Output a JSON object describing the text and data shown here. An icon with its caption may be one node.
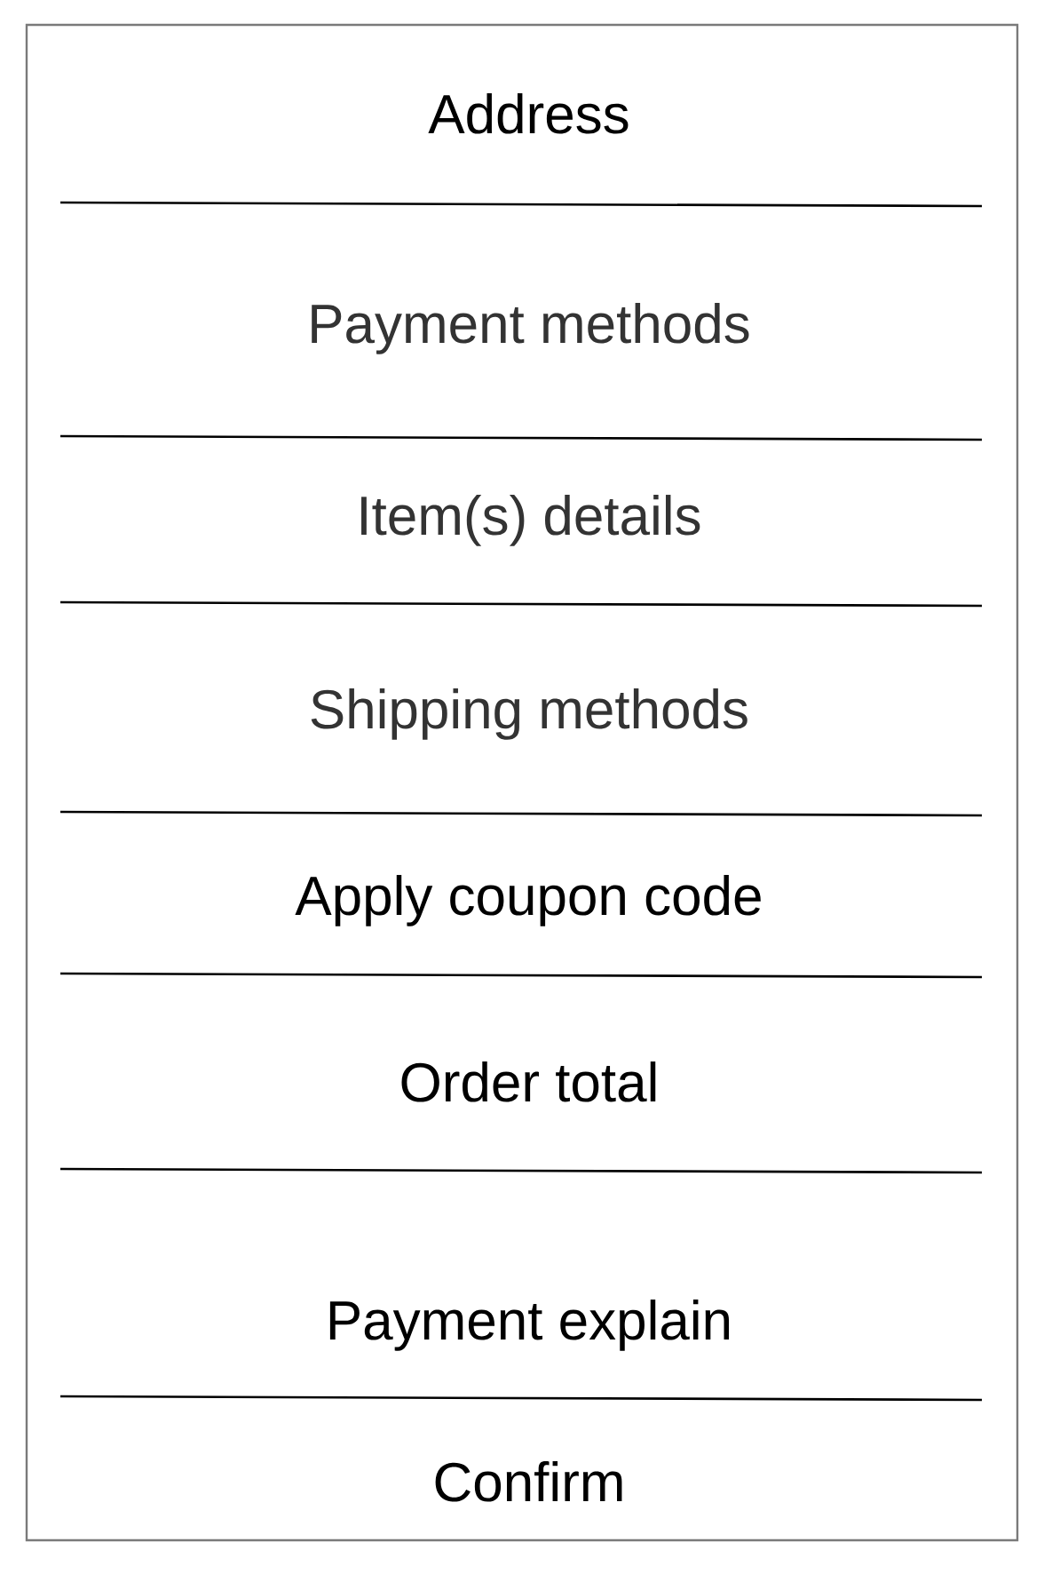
{
  "diagram": {
    "nodes": [
      {
        "text": [],
        "shape": "box"
      },
      {
        "text": [
          "Address"
        ],
        "in": 0
      },
      {
        "text": [
          "Payment methods"
        ],
        "in": 0
      },
      {
        "text": [
          "Item(s) details"
        ],
        "in": 0
      },
      {
        "text": [
          "Shipping methods"
        ],
        "in": 0
      },
      {
        "text": [
          "Apply coupon code"
        ],
        "in": 0
      },
      {
        "text": [
          "Order total"
        ],
        "in": 0
      },
      {
        "text": [
          "Payment explain"
        ],
        "in": 0
      },
      {
        "text": [
          "Confirm"
        ],
        "in": 0
      }
    ]
  }
}
